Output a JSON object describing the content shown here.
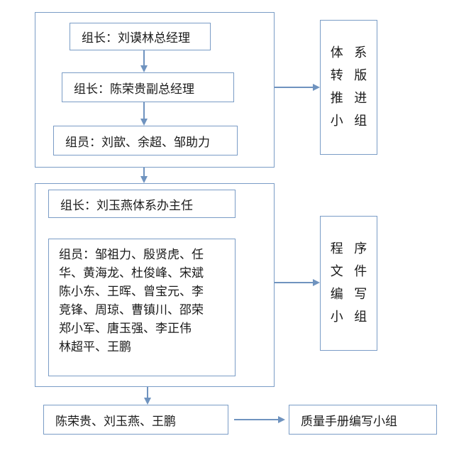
{
  "group1": {
    "leader1": "组长：刘谟林总经理",
    "leader2": "组长：陈荣贵副总经理",
    "members": "组员：刘歆、余超、邹助力",
    "team_chars": [
      "体",
      "系",
      "转",
      "版",
      "推",
      "进",
      "小",
      "组"
    ]
  },
  "group2": {
    "leader": "组长：刘玉燕体系办主任",
    "members_lines": [
      "组员：邹祖力、殷贤虎、任",
      "华、黄海龙、杜俊峰、宋斌",
      "陈小东、王晖、曾宝元、李",
      "竞锋、周琼、曹镇川、邵荣",
      "郑小军、唐玉强、李正伟",
      "林超平、王鹏"
    ],
    "team_chars": [
      "程",
      "序",
      "文",
      "件",
      "编",
      "写",
      "小",
      "组"
    ]
  },
  "group3": {
    "members": "陈荣贵、刘玉燕、王鹏",
    "team": "质量手册编写小组"
  },
  "colors": {
    "border": "#7a9cc6",
    "arrow": "#6f93bf",
    "text": "#1a1a1a"
  }
}
